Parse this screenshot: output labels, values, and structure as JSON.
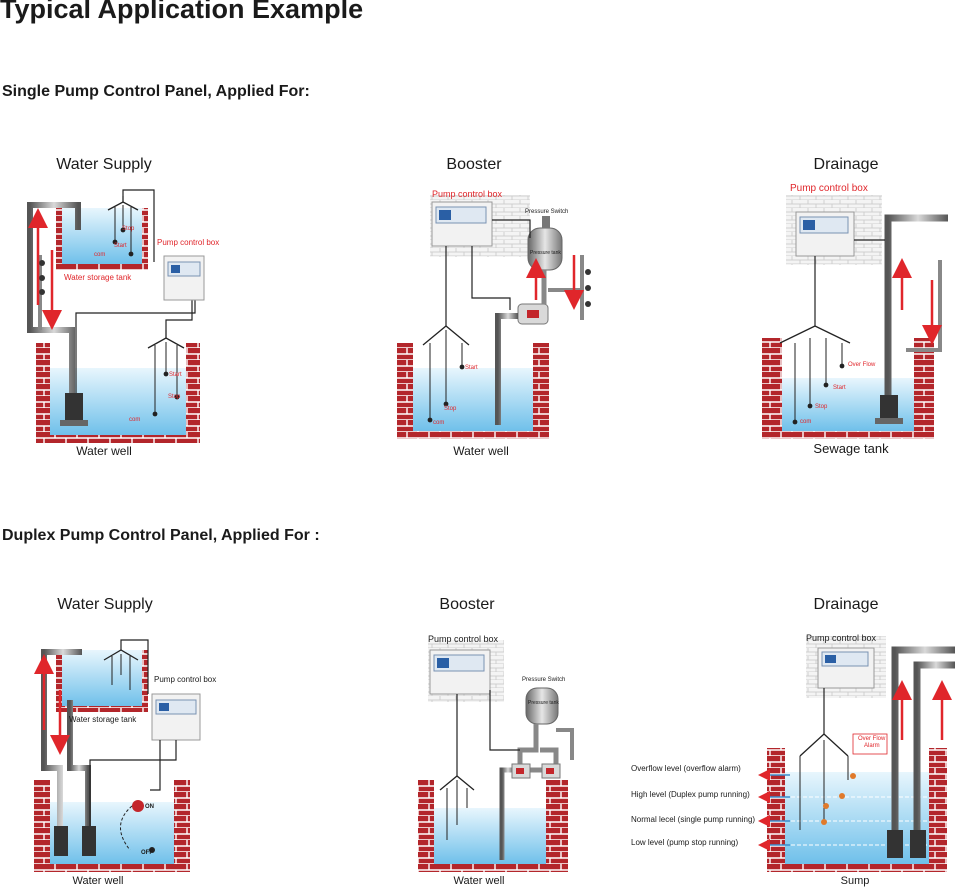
{
  "page": {
    "title": "Typical Application Example"
  },
  "single": {
    "heading": "Single Pump Control Panel, Applied For:",
    "water_supply": {
      "title": "Water Supply",
      "caption": "Water well",
      "control_box": "Pump control box",
      "storage_tank": "Water storage tank",
      "tank_stop": "Stop",
      "tank_start": "Start",
      "tank_com": "com",
      "well_start": "Start",
      "well_stop": "Stop",
      "well_com": "com"
    },
    "booster": {
      "title": "Booster",
      "caption": "Water well",
      "control_box": "Pump control box",
      "pressure_switch": "Pressure Switch",
      "pressure_tank": "Pressure tank",
      "start": "Start",
      "stop": "Stop",
      "com": "com"
    },
    "drainage": {
      "title": "Drainage",
      "caption": "Sewage tank",
      "control_box": "Pump control box",
      "over_flow": "Over Flow",
      "start": "Start",
      "stop": "Stop",
      "com": "com"
    }
  },
  "duplex": {
    "heading": "Duplex Pump Control Panel, Applied For :",
    "water_supply": {
      "title": "Water Supply",
      "caption": "Water well",
      "control_box": "Pump control box",
      "storage_tank": "Water storage tank",
      "on": "ON",
      "off": "OFF"
    },
    "booster": {
      "title": "Booster",
      "caption": "Water well",
      "control_box": "Pump control box",
      "pressure_switch": "Pressure Switch",
      "pressure_tank": "Pressure tank"
    },
    "drainage": {
      "title": "Drainage",
      "caption": "Sump",
      "control_box": "Pump control box",
      "over_flow_alarm_1": "Over Flow",
      "over_flow_alarm_2": "Alarm",
      "levels": [
        "Overflow level (overflow alarm)",
        "High level (Duplex pump running)",
        "Normal lecel (single  pump running)",
        "Low level (pump stop running)"
      ]
    }
  },
  "colors": {
    "brick": "#b3262b",
    "mortar": "#ffffff",
    "water": "#bfe3f5",
    "pipe": "#777777",
    "arrow": "#e0262b",
    "accent_red_text": "#e0262b"
  }
}
